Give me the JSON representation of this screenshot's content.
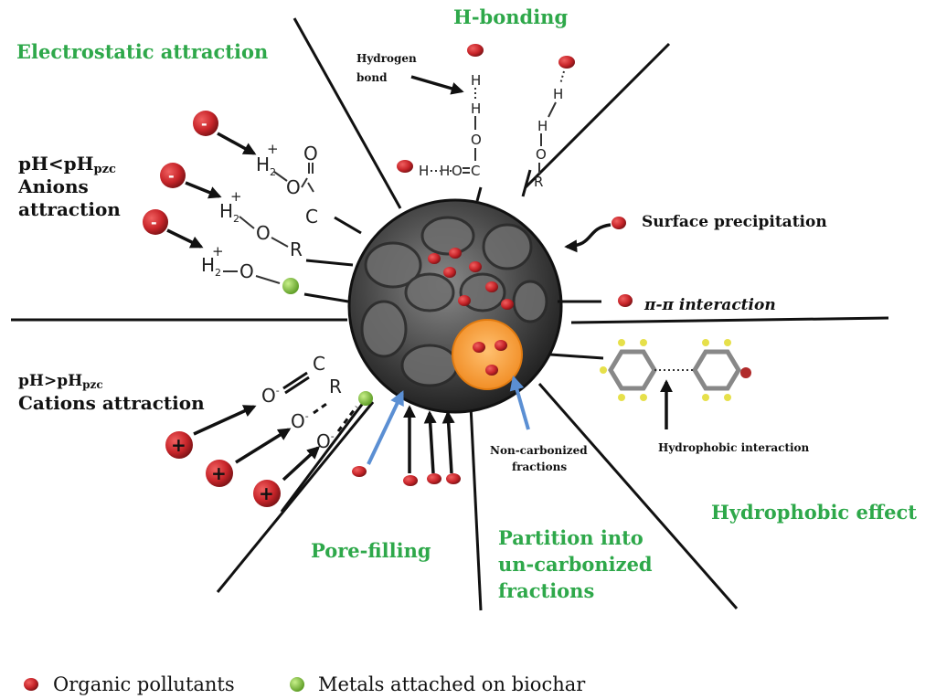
{
  "labels": {
    "electrostatic": "Electrostatic attraction",
    "h_bonding": "H-bonding",
    "hydrogen_bond_line1": "Hydrogen",
    "hydrogen_bond_line2": "bond",
    "anions_line1": "pH<pH",
    "anions_sub": "pzc",
    "anions_line2": "Anions",
    "anions_line3": "attraction",
    "cations_line1": "pH>pH",
    "cations_sub": "pzc",
    "cations_line2": "Cations attraction",
    "surface_precipitation": "Surface precipitation",
    "pi_pi": "π-π interaction",
    "hydrophobic_interaction": "Hydrophobic interaction",
    "non_carbonized_line1": "Non-carbonized",
    "non_carbonized_line2": "fractions",
    "hydrophobic_effect": "Hydrophobic effect",
    "pore_filling": "Pore-filling",
    "partition_line1": "Partition into",
    "partition_line2": "un-carbonized",
    "partition_line3": "fractions"
  },
  "symbols": {
    "minus": "-",
    "plus": "+",
    "H": "H",
    "O": "O",
    "C": "C",
    "R": "R",
    "H2": "H",
    "two": "2",
    "superplus": "+",
    "Ominus": "O",
    "superminus": "-",
    "eq": "="
  },
  "legend": {
    "organic": "Organic pollutants",
    "metals": "Metals attached on biochar"
  },
  "colors": {
    "green_label": "#2ea84a",
    "pollutant_red": "#c8252a",
    "metal_green": "#8cc63f",
    "fraction_orange": "#f5a040",
    "blue_arrow": "#5b8fd3",
    "biochar_gray": "#4a4a4a"
  }
}
